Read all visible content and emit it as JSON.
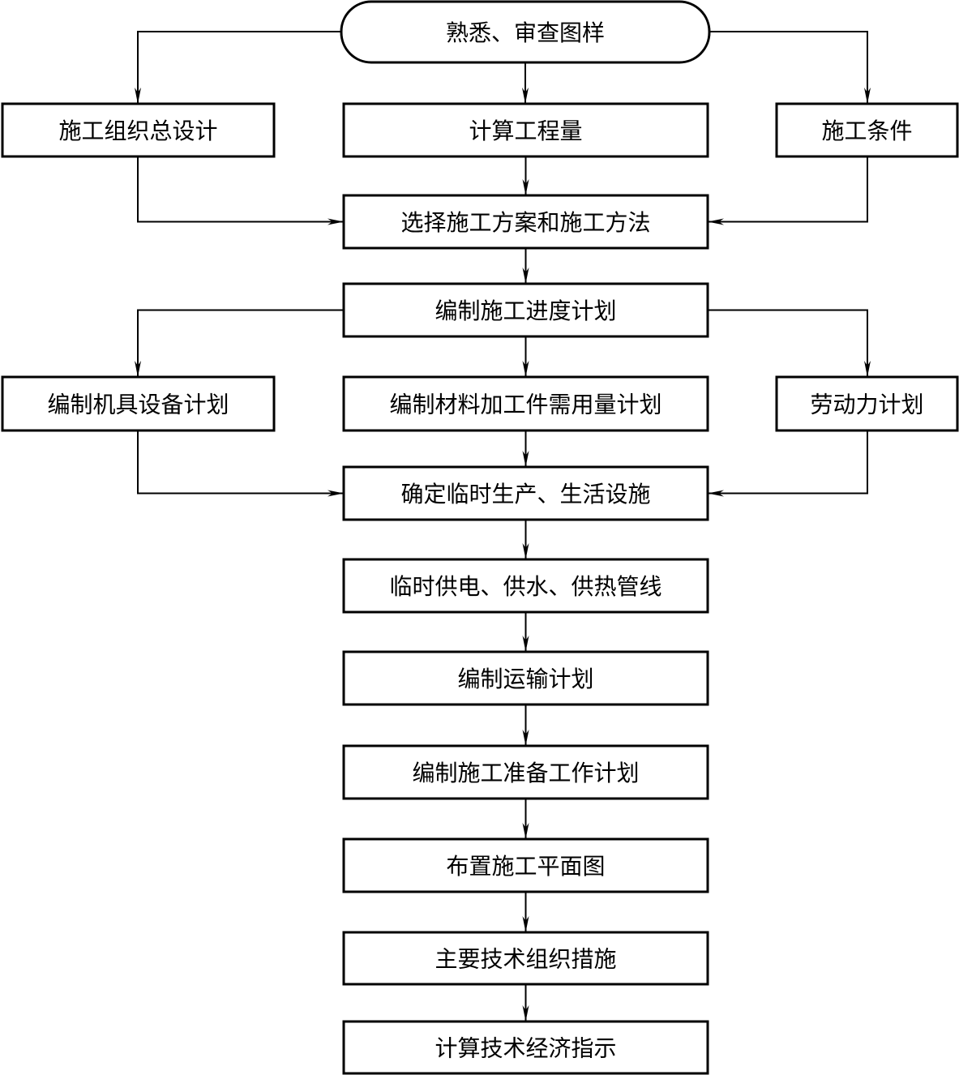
{
  "diagram": {
    "nodes": [
      {
        "id": "start",
        "shape": "terminator",
        "label": "熟悉、审查图样"
      },
      {
        "id": "general-design",
        "shape": "process",
        "label": "施工组织总设计"
      },
      {
        "id": "quantities",
        "shape": "process",
        "label": "计算工程量"
      },
      {
        "id": "conditions",
        "shape": "process",
        "label": "施工条件"
      },
      {
        "id": "scheme",
        "shape": "process",
        "label": "选择施工方案和施工方法"
      },
      {
        "id": "schedule",
        "shape": "process",
        "label": "编制施工进度计划"
      },
      {
        "id": "equipment",
        "shape": "process",
        "label": "编制机具设备计划"
      },
      {
        "id": "materials",
        "shape": "process",
        "label": "编制材料加工件需用量计划"
      },
      {
        "id": "labor",
        "shape": "process",
        "label": "劳动力计划"
      },
      {
        "id": "temp-facilities",
        "shape": "process",
        "label": "确定临时生产、生活设施"
      },
      {
        "id": "utilities",
        "shape": "process",
        "label": "临时供电、供水、供热管线"
      },
      {
        "id": "transport",
        "shape": "process",
        "label": "编制运输计划"
      },
      {
        "id": "prep-work",
        "shape": "process",
        "label": "编制施工准备工作计划"
      },
      {
        "id": "site-plan",
        "shape": "process",
        "label": "布置施工平面图"
      },
      {
        "id": "measures",
        "shape": "process",
        "label": "主要技术组织措施"
      },
      {
        "id": "indicators",
        "shape": "process",
        "label": "计算技术经济指示"
      }
    ],
    "edges": [
      {
        "from": "start",
        "to": "general-design"
      },
      {
        "from": "start",
        "to": "quantities"
      },
      {
        "from": "start",
        "to": "conditions"
      },
      {
        "from": "general-design",
        "to": "scheme"
      },
      {
        "from": "quantities",
        "to": "scheme"
      },
      {
        "from": "conditions",
        "to": "scheme"
      },
      {
        "from": "scheme",
        "to": "schedule"
      },
      {
        "from": "schedule",
        "to": "equipment"
      },
      {
        "from": "schedule",
        "to": "materials"
      },
      {
        "from": "schedule",
        "to": "labor"
      },
      {
        "from": "equipment",
        "to": "temp-facilities"
      },
      {
        "from": "materials",
        "to": "temp-facilities"
      },
      {
        "from": "labor",
        "to": "temp-facilities"
      },
      {
        "from": "temp-facilities",
        "to": "utilities"
      },
      {
        "from": "utilities",
        "to": "transport"
      },
      {
        "from": "transport",
        "to": "prep-work"
      },
      {
        "from": "prep-work",
        "to": "site-plan"
      },
      {
        "from": "site-plan",
        "to": "measures"
      },
      {
        "from": "measures",
        "to": "indicators"
      }
    ],
    "colors": {
      "stroke": "#000000",
      "fill": "#ffffff",
      "text": "#000000"
    }
  }
}
